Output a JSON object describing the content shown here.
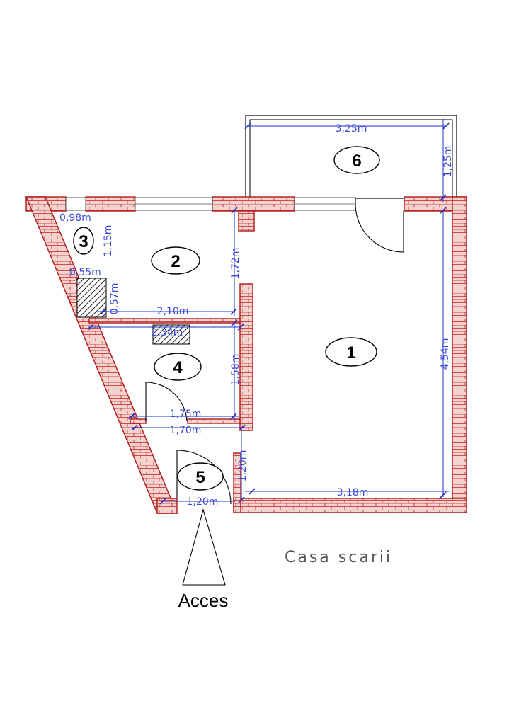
{
  "plan": {
    "caption": "Casa scarii",
    "access_label": "Acces",
    "colors": {
      "wall_fill": "#f2c9c4",
      "wall_stroke": "#b01818",
      "dimension": "#2233cc",
      "outline": "#000000"
    }
  },
  "rooms": [
    {
      "number": "1"
    },
    {
      "number": "2"
    },
    {
      "number": "3"
    },
    {
      "number": "4"
    },
    {
      "number": "5"
    },
    {
      "number": "6"
    }
  ],
  "dimensions": {
    "balcony_width": "3,25m",
    "balcony_depth": "1,25m",
    "room3_top": "0,98m",
    "room3_side": "1,15m",
    "niche_width": "0,55m",
    "niche_depth": "0,57m",
    "room2_height": "1,72m",
    "room2_width": "2,10m",
    "room4_top": "2,34m",
    "room4_height": "1,58m",
    "room4_bottom_a": "1,75m",
    "room4_bottom_b": "1,70m",
    "room5_height": "1,20m",
    "room5_width": "1,20m",
    "room1_width": "3,18m",
    "room1_height": "4,54m"
  }
}
